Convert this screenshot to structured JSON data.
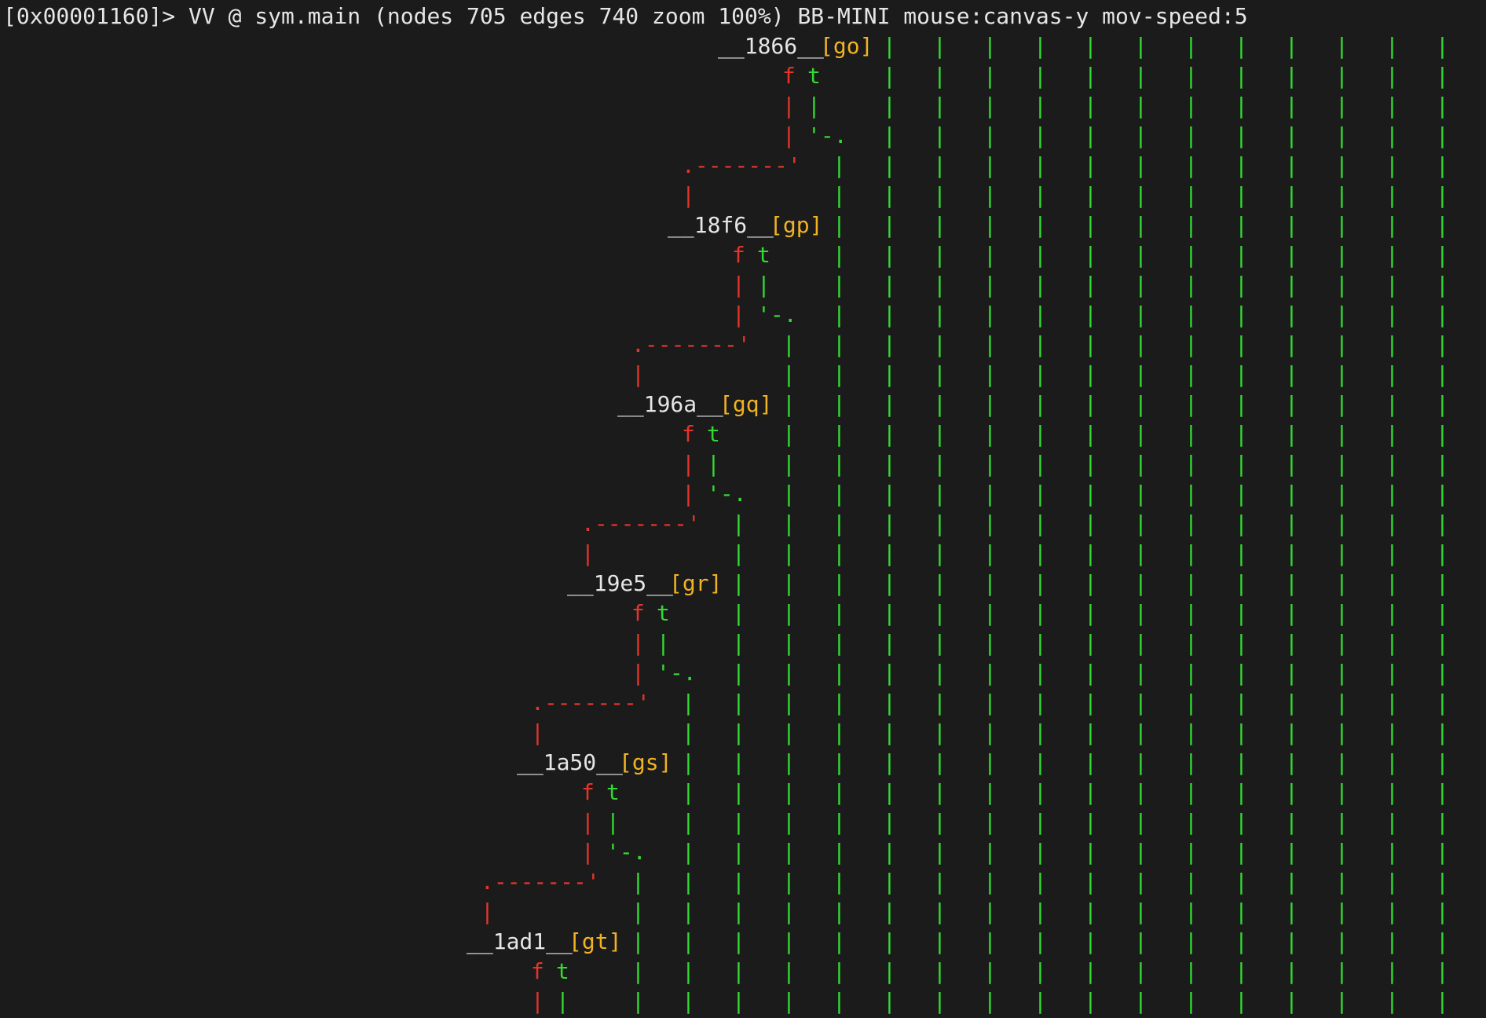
{
  "status": {
    "prompt": "[0x00001160]> VV @ sym.main (nodes 705 edges 740 zoom 100%) BB-MINI mouse:canvas-y mov-speed:5"
  },
  "colors": {
    "background": "#1b1b1b",
    "text": "#e6e6e6",
    "false_branch": "#e4352c",
    "true_branch": "#33d933",
    "node_shortcut": "#f0b323"
  },
  "graph": {
    "nodes": [
      {
        "label": "__1866__",
        "shortcut": "[go]"
      },
      {
        "label": "__18f6__",
        "shortcut": "[gp]"
      },
      {
        "label": "__196a__",
        "shortcut": "[gq]"
      },
      {
        "label": "__19e5__",
        "shortcut": "[gr]"
      },
      {
        "label": "__1a50__",
        "shortcut": "[gs]"
      },
      {
        "label": "__1ad1__",
        "shortcut": "[gt]"
      }
    ],
    "branch_labels": {
      "false": "f",
      "true": "t"
    },
    "edge_glyphs": {
      "pipe": "|",
      "turn_right": "'-.",
      "connector": ".-------'"
    }
  }
}
